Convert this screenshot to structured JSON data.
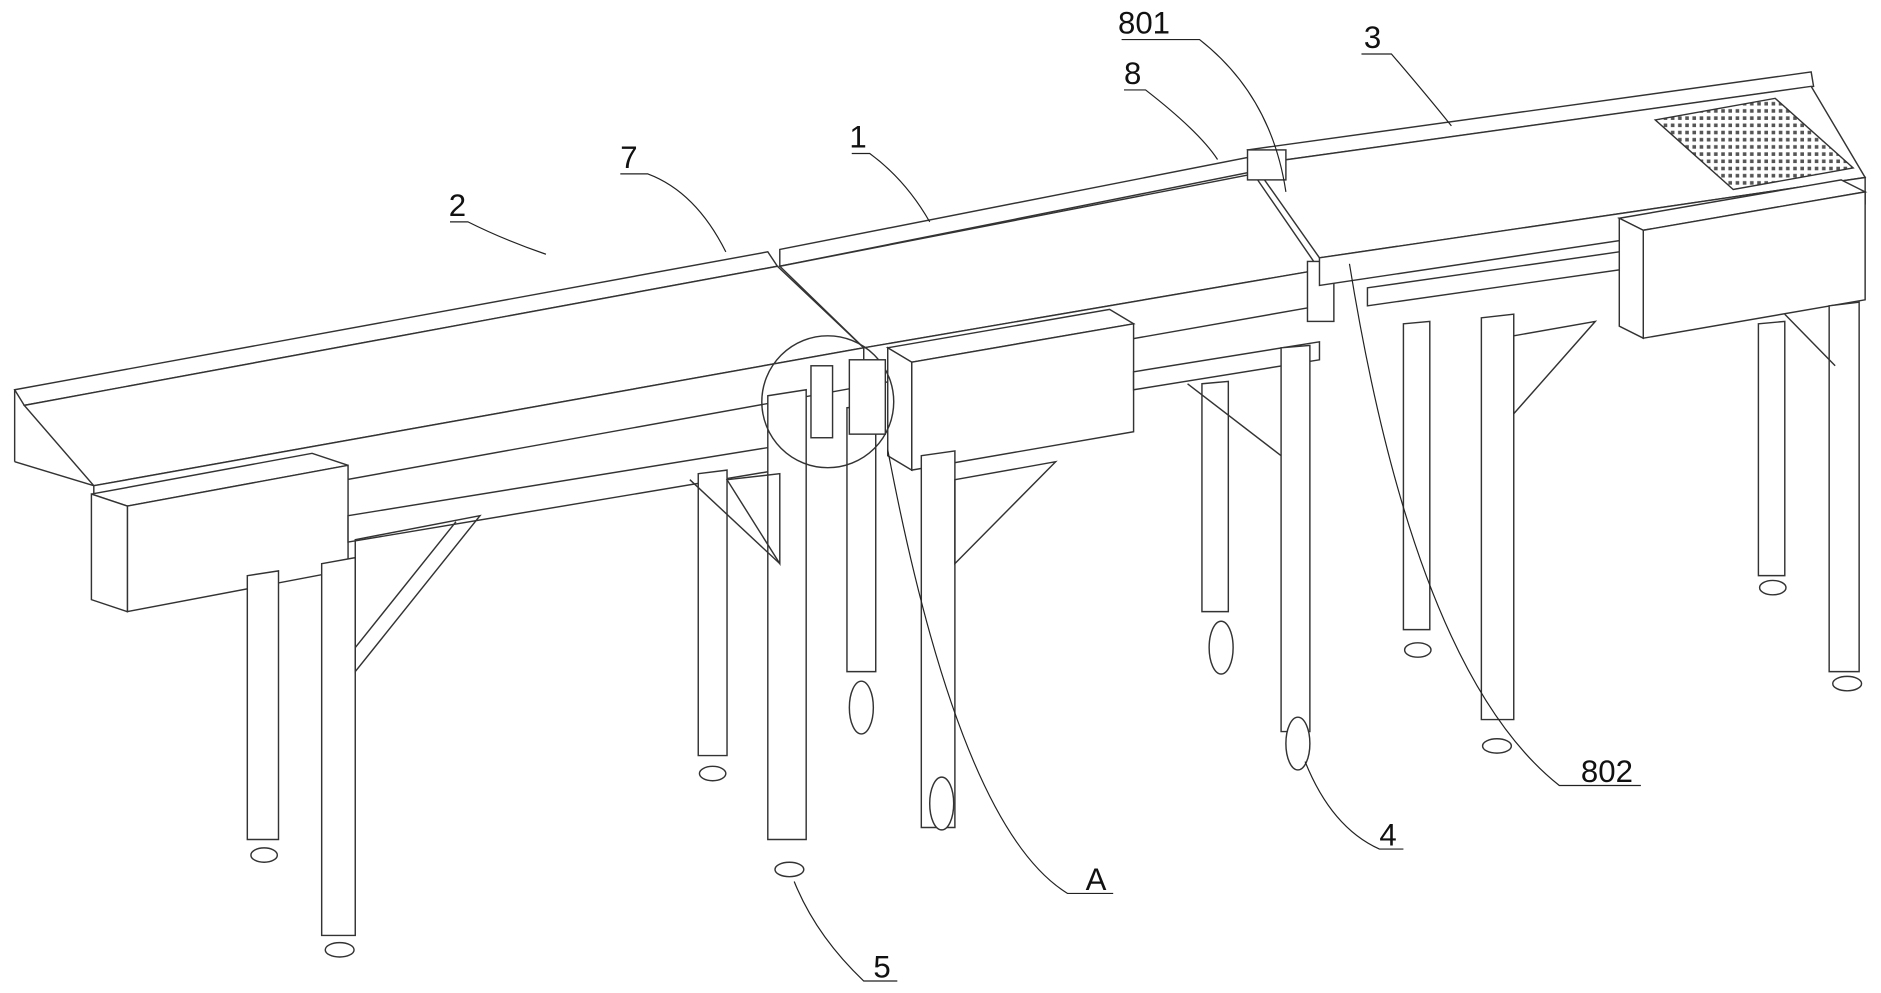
{
  "figure": {
    "labels": {
      "l801": "801",
      "l8": "8",
      "l3": "3",
      "l7": "7",
      "l1": "1",
      "l2": "2",
      "l802": "802",
      "l4": "4",
      "lA": "A",
      "l5": "5"
    }
  }
}
